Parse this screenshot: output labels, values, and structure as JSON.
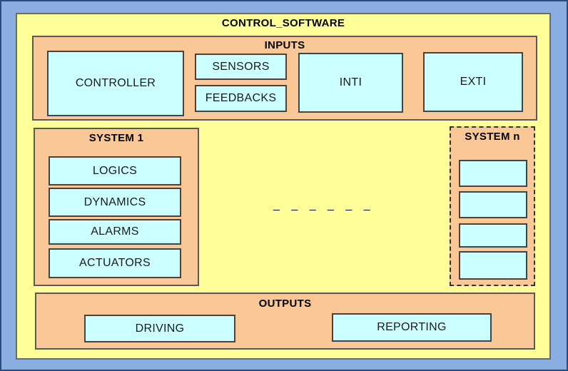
{
  "diagram": {
    "title": "CONTROL_SOFTWARE",
    "inputs": {
      "title": "INPUTS",
      "items": [
        "CONTROLLER",
        "SENSORS",
        "FEEDBACKS",
        "INTI",
        "EXTI"
      ]
    },
    "system1": {
      "title": "SYSTEM 1",
      "items": [
        "LOGICS",
        "DYNAMICS",
        "ALARMS",
        "ACTUATORS"
      ]
    },
    "ellipsis": "_ _ _ _ _ _",
    "systemN": {
      "title": "SYSTEM n",
      "items": [
        "",
        "",
        "",
        ""
      ]
    },
    "outputs": {
      "title": "OUTPUTS",
      "items": [
        "DRIVING",
        "REPORTING"
      ]
    }
  }
}
